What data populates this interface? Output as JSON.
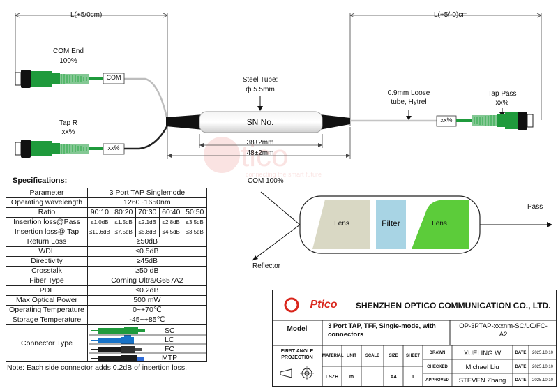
{
  "diagram": {
    "length_left": "L(+5/0cm)",
    "length_right": "L(+5/-0)cm",
    "com_end_label": "COM End",
    "com_end_ratio": "100%",
    "com_tag": "COM",
    "tap_r_label": "Tap R",
    "tap_r_ratio": "xx%",
    "tap_r_tag": "xx%",
    "steel_tube_label": "Steel Tube:",
    "steel_tube_dia": "ф 5.5mm",
    "sn_label": "SN No.",
    "dim_inner": "38±2mm",
    "dim_outer": "48±2mm",
    "loose_tube_line1": "0.9mm Loose",
    "loose_tube_line2": "tube, Hytrel",
    "tap_pass_label": "Tap Pass",
    "tap_pass_ratio": "xx%",
    "tap_pass_tag": "xx%",
    "watermark_brand": "tico",
    "watermark_tagline": "connecting the smart future"
  },
  "optics": {
    "com_label": "COM 100%",
    "pass_label": "Pass",
    "reflector_label": "Reflector",
    "lens_left": "Lens",
    "filter": "Filter",
    "lens_right": "Lens"
  },
  "specifications": {
    "title": "Specifications:",
    "rows": [
      {
        "param": "Parameter",
        "value": "3 Port TAP Singlemode"
      },
      {
        "param": "Operating wavelength",
        "value": "1260~1650nm"
      },
      {
        "param": "Ratio",
        "cells": [
          "90:10",
          "80:20",
          "70:30",
          "60:40",
          "50:50"
        ]
      },
      {
        "param": "Insertion loss@Pass",
        "cells": [
          "≤1.0dB",
          "≤1.5dB",
          "≤2.1dB",
          "≤2.8dB",
          "≤3.5dB"
        ]
      },
      {
        "param": "Insertion loss@ Tap",
        "cells": [
          "≤10.6dB",
          "≤7.5dB",
          "≤5.8dB",
          "≤4.5dB",
          "≤3.5dB"
        ]
      },
      {
        "param": "Return Loss",
        "value": "≥50dB"
      },
      {
        "param": "WDL",
        "value": "≤0.5dB"
      },
      {
        "param": "Directivity",
        "value": "≥45dB"
      },
      {
        "param": "Crosstalk",
        "value": "≥50 dB"
      },
      {
        "param": "Fiber Type",
        "value": "Corning Ultra/G657A2"
      },
      {
        "param": "PDL",
        "value": "≤0.2dB"
      },
      {
        "param": "Max Optical Power",
        "value": "500 mW"
      },
      {
        "param": "Operating Temperature",
        "value": "0~+70℃"
      },
      {
        "param": "Storage Temperature",
        "value": "-45~+85℃"
      }
    ],
    "connector_type_label": "Connector Type",
    "connectors": [
      "SC",
      "LC",
      "FC",
      "MTP"
    ],
    "note": "Note: Each side connector adds 0.2dB of insertion loss."
  },
  "title_block": {
    "logo_o": "O",
    "logo_rest": "Ptico",
    "company": "SHENZHEN OPTICO COMMUNICATION CO., LTD.",
    "model_label": "Model",
    "model_desc_line1": "3 Port TAP, TFF, Single-mode, with",
    "model_desc_line2": "connectors",
    "model_number_line1": "OP-3PTAP-xxxnm-SC/LC/FC-",
    "model_number_line2": "A2",
    "projection_line1": "FIRST ANGLE",
    "projection_line2": "PROJECTION",
    "headers": [
      "MATERIAL",
      "UNIT",
      "SCALE",
      "SIZE",
      "SHEET"
    ],
    "values": [
      "LSZH",
      "m",
      "",
      "A4",
      "1"
    ],
    "people": [
      {
        "role": "DRAWN",
        "name": "XUELING W",
        "date_label": "DATE",
        "date": "2025.10.10"
      },
      {
        "role": "CHECKED",
        "name": "Michael Liu",
        "date_label": "DATE",
        "date": "2025.10.10"
      },
      {
        "role": "APPROVED",
        "name": "STEVEN Zhang",
        "date_label": "DATE",
        "date": "2025.10.10"
      }
    ]
  },
  "colors": {
    "connector_green": "#1f9a3c",
    "filter_blue": "#a8d4e4",
    "lens_green": "#5ccc3a",
    "lens_tan": "#d9d8c4",
    "logo_red": "#d9261c"
  }
}
